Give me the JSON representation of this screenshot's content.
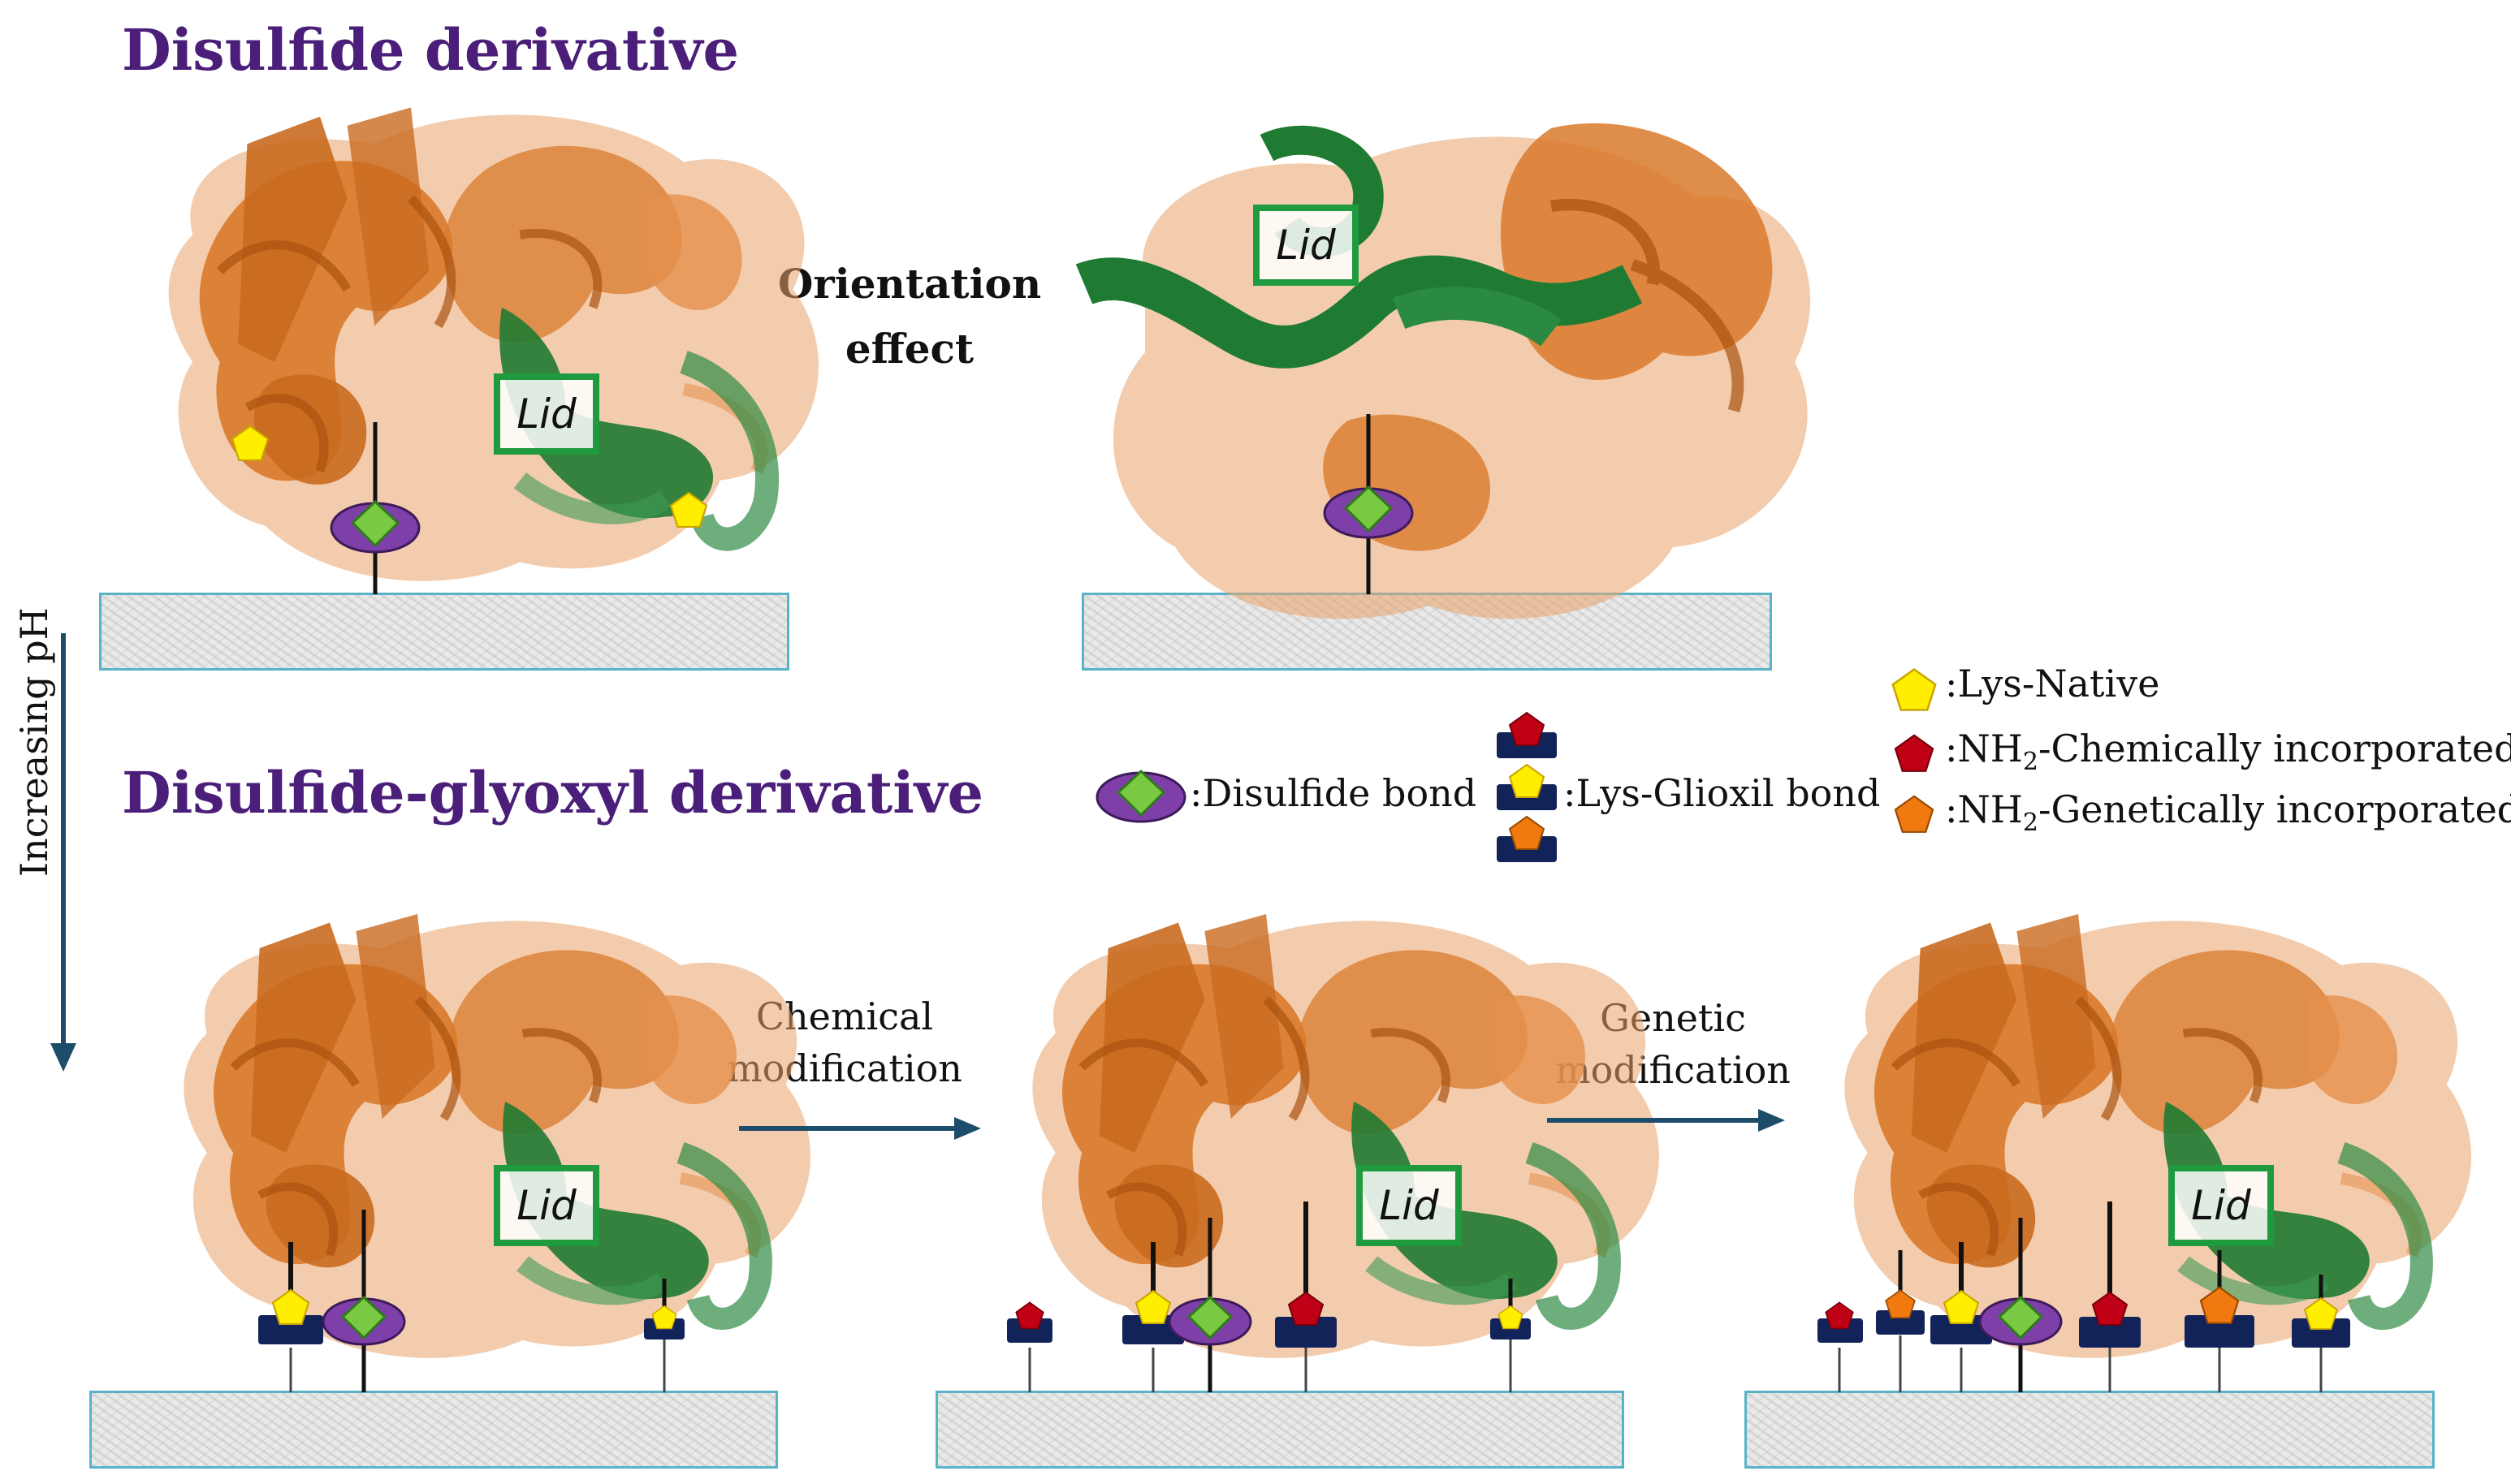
{
  "titles": {
    "disulfide": "Disulfide derivative",
    "disulfide_glyoxyl": "Disulfide-glyoxyl derivative"
  },
  "orientation": {
    "line1": "Orientation",
    "line2": "effect"
  },
  "ph_arrow_label": "Increasing pH",
  "lid_label": "Lid",
  "arrows": {
    "chemical": {
      "line1": "Chemical",
      "line2": "modification"
    },
    "genetic": {
      "line1": "Genetic",
      "line2": "modification"
    }
  },
  "legend": {
    "disulfide_bond": ":Disulfide bond",
    "lys_glioxil_bond": ":Lys-Glioxil bond",
    "lys_native": ":Lys-Native",
    "nh2_chem_prefix": ":NH",
    "nh2_chem_sub": "2",
    "nh2_chem_suffix": "-Chemically incorporated",
    "nh2_gen_prefix": ":NH",
    "nh2_gen_sub": "2",
    "nh2_gen_suffix": "-Genetically incorporated"
  },
  "colors": {
    "title_purple": "#4b1e7a",
    "protein_orange": "#d9792b",
    "lid_green": "#1f7a32",
    "lid_box": "#1f9a3e",
    "lys_native": "#ffee00",
    "nh2_chemical": "#c00014",
    "nh2_genetic": "#f07a10",
    "glyoxyl_base": "#12235a",
    "disulfide_ellipse": "#7e3fa8",
    "disulfide_diamond": "#7ac943",
    "arrow": "#1e4d6b"
  },
  "icons": {
    "pentagon": "pentagon-icon",
    "diamond": "diamond-icon",
    "ellipse": "ellipse-icon"
  }
}
